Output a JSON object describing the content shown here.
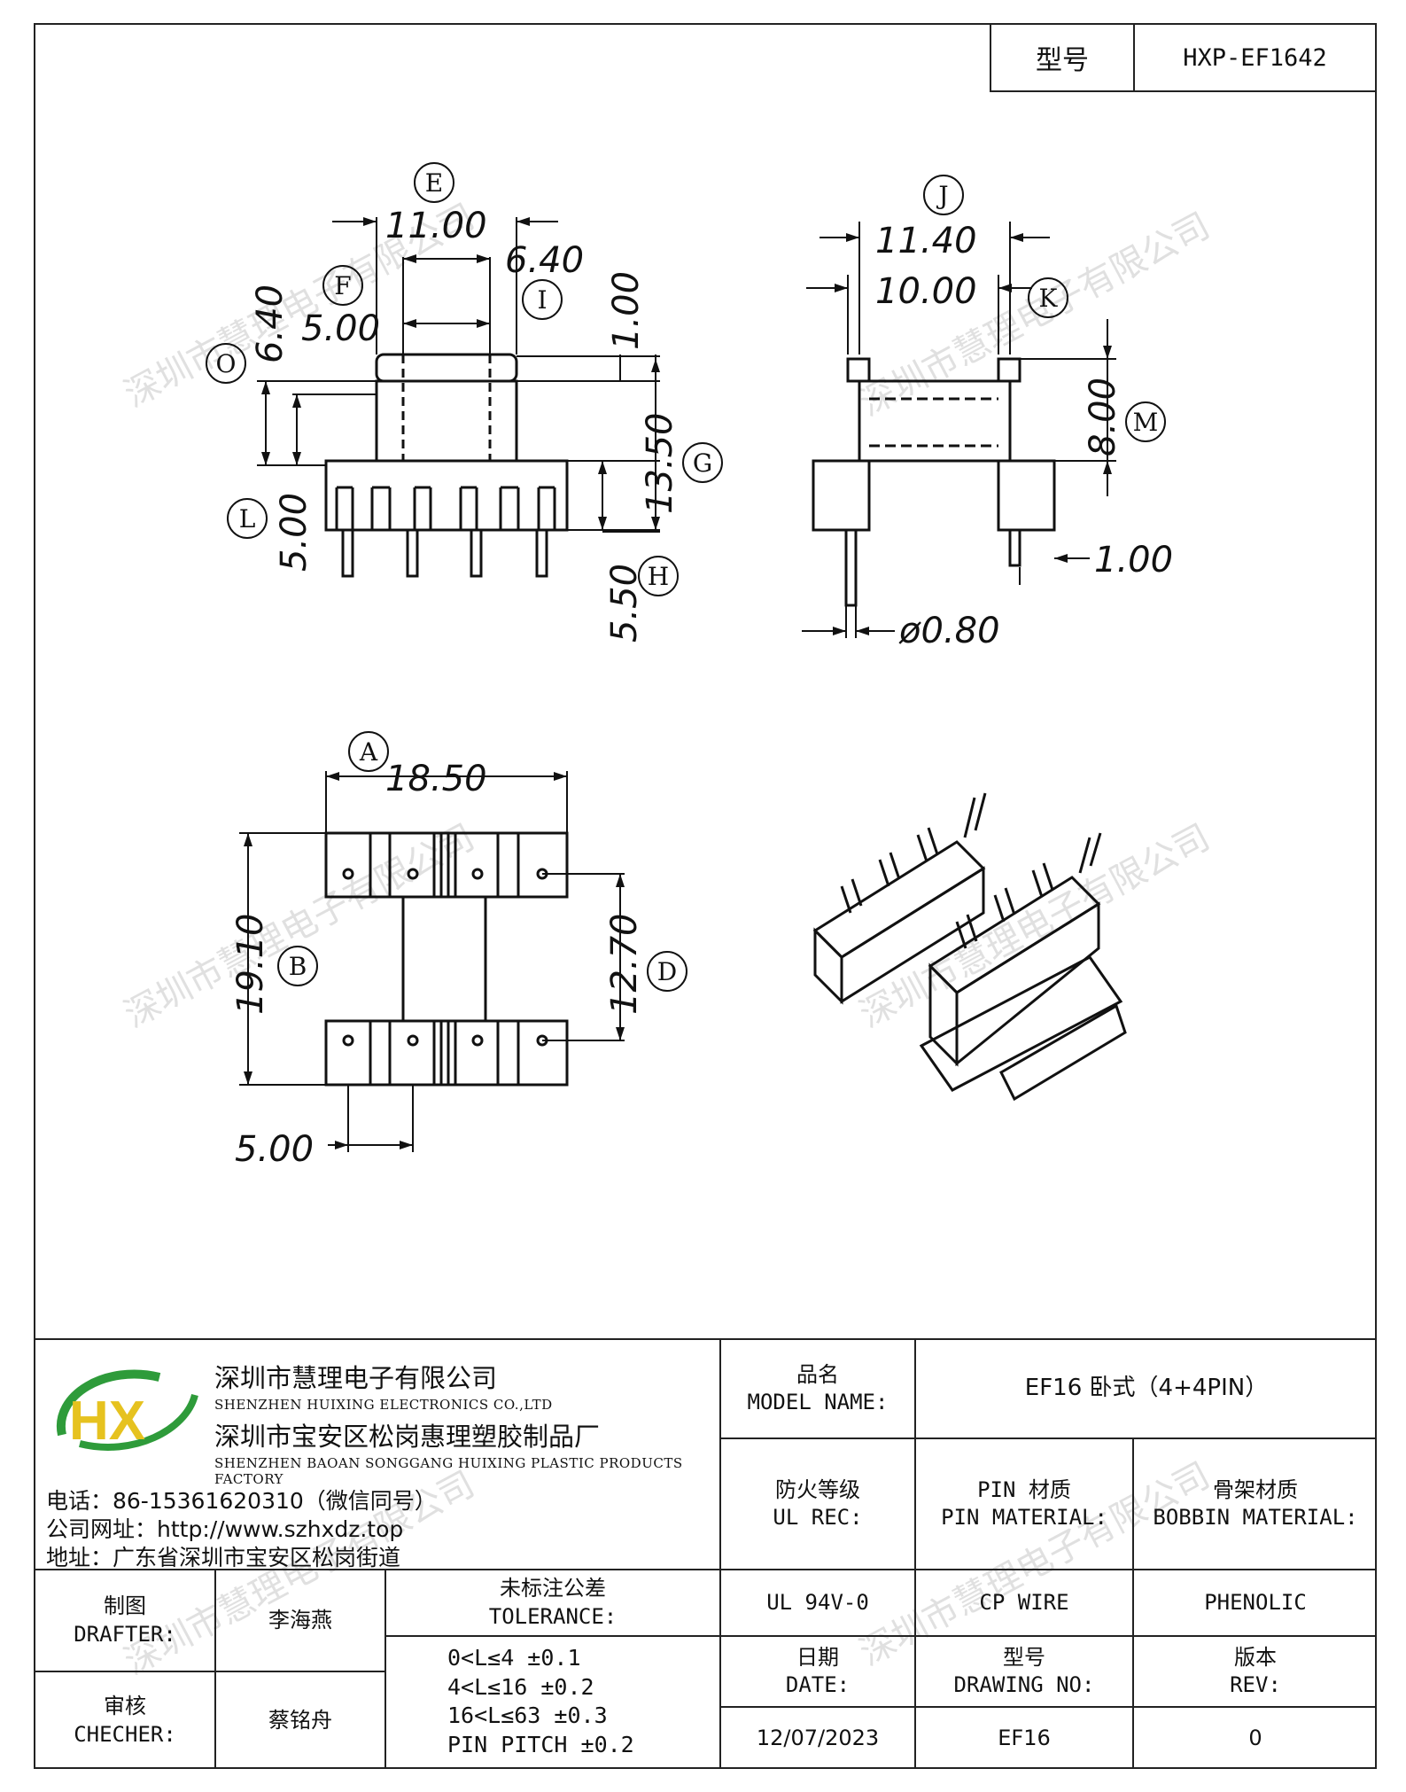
{
  "header": {
    "model_label": "型号",
    "model_value": "HXP-EF1642"
  },
  "front_view": {
    "dims": {
      "E": "11.00",
      "I": "6.40",
      "F": "5.00",
      "O": "6.40",
      "top": "1.00",
      "G": "13.50",
      "L": "5.00",
      "H": "5.50"
    },
    "markers": [
      "E",
      "F",
      "I",
      "O",
      "G",
      "L",
      "H"
    ]
  },
  "side_view": {
    "dims": {
      "J": "11.40",
      "K": "10.00",
      "M": "8.00",
      "pin_len": "1.00",
      "pin_dia": "ø0.80"
    },
    "markers": [
      "J",
      "K",
      "M"
    ]
  },
  "top_view": {
    "dims": {
      "A": "18.50",
      "B": "19.10",
      "D": "12.70",
      "pitch": "5.00"
    },
    "markers": [
      "A",
      "B",
      "D"
    ]
  },
  "watermark": "深圳市慧理电子有限公司",
  "company": {
    "logo_text": "HX",
    "name_cn": "深圳市慧理电子有限公司",
    "name_en": "SHENZHEN HUIXING ELECTRONICS CO.,LTD",
    "factory_cn": "深圳市宝安区松岗惠理塑胶制品厂",
    "factory_en": "SHENZHEN BAOAN SONGGANG HUIXING PLASTIC PRODUCTS FACTORY",
    "phone": "电话：86-15361620310（微信同号）",
    "website": "公司网址：http://www.szhxdz.top",
    "address": "地址：广东省深圳市宝安区松岗街道"
  },
  "title_block": {
    "model_name_cn": "品名",
    "model_name_en": "MODEL NAME:",
    "model_name_value": "EF16 卧式（4+4PIN）",
    "ul_cn": "防火等级",
    "ul_en": "UL REC:",
    "pin_mat_cn": "PIN 材质",
    "pin_mat_en": "PIN MATERIAL:",
    "bobbin_cn": "骨架材质",
    "bobbin_en": "BOBBIN MATERIAL:",
    "ul_value": "UL 94V-0",
    "pin_value": "CP WIRE",
    "bobbin_value": "PHENOLIC",
    "drafter_cn": "制图",
    "drafter_en": "DRAFTER:",
    "drafter_name": "李海燕",
    "checker_cn": "审核",
    "checker_en": "CHECHER:",
    "checker_name": "蔡铭舟",
    "tol_cn": "未标注公差",
    "tol_en": "TOLERANCE:",
    "tolerances": [
      "0<L≤4  ±0.1",
      "4<L≤16 ±0.2",
      "16<L≤63 ±0.3",
      "PIN PITCH ±0.2"
    ],
    "date_cn": "日期",
    "date_en": "DATE:",
    "date_value": "12/07/2023",
    "drawing_cn": "型号",
    "drawing_en": "DRAWING NO:",
    "drawing_value": "EF16",
    "rev_cn": "版本",
    "rev_en": "REV:",
    "rev_value": "0"
  }
}
